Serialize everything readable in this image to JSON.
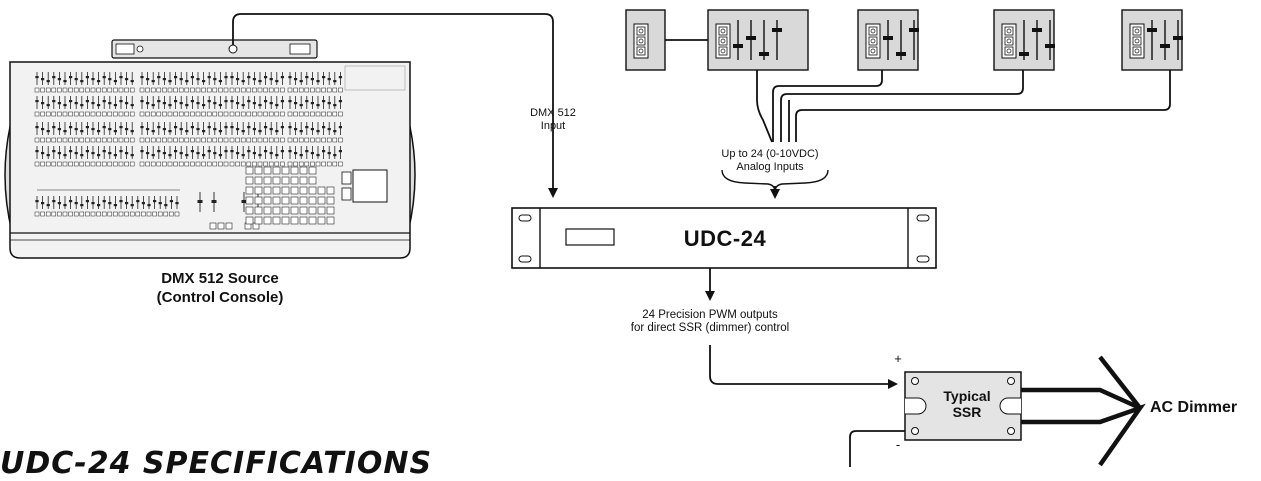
{
  "labels": {
    "source_line1": "DMX 512 Source",
    "source_line2": "(Control Console)",
    "dmx_input_line1": "DMX 512",
    "dmx_input_line2": "Input",
    "analog_line1": "Up to 24 (0-10VDC)",
    "analog_line2": "Analog Inputs",
    "device_name": "UDC-24",
    "pwm_line1": "24 Precision PWM outputs",
    "pwm_line2": "for direct SSR (dimmer) control",
    "ssr_line1": "Typical",
    "ssr_line2": "SSR",
    "plus_sign": "+",
    "minus_sign": "-",
    "ac_dimmer": "AC Dimmer",
    "spec_heading": "UDC-24 SPECIFICATIONS"
  },
  "colors": {
    "line": "#111111",
    "panel_fill": "#d9d9d9",
    "console_fill": "#eeeeee",
    "background": "#ffffff"
  },
  "slider_panels": [
    {
      "sliders": 0,
      "buttons": 3
    },
    {
      "sliders": 4,
      "buttons": 3
    },
    {
      "sliders": 3,
      "buttons": 3
    },
    {
      "sliders": 3,
      "buttons": 3
    },
    {
      "sliders": 3,
      "buttons": 3
    }
  ]
}
